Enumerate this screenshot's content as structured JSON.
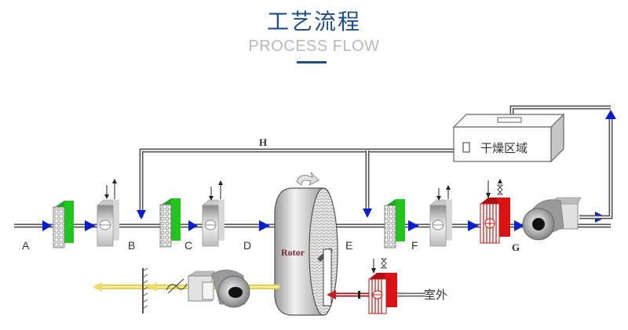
{
  "header": {
    "title": "工艺流程",
    "subtitle": "PROCESS FLOW"
  },
  "diagram": {
    "labels": {
      "A": "A",
      "B": "B",
      "C": "C",
      "D": "D",
      "E": "E",
      "F": "F",
      "G": "G",
      "H": "H"
    },
    "rotor_label": "Rotor",
    "drying_area_label": "干燥区域",
    "outdoor_label": "室外",
    "colors": {
      "process_arrow": "#0a1fc8",
      "filter_green": "#22c41e",
      "heater_red": "#d81414",
      "exhaust_yellow": "#f2e27a",
      "regen_red": "#c02020",
      "title_blue": "#1f4e8c"
    }
  }
}
